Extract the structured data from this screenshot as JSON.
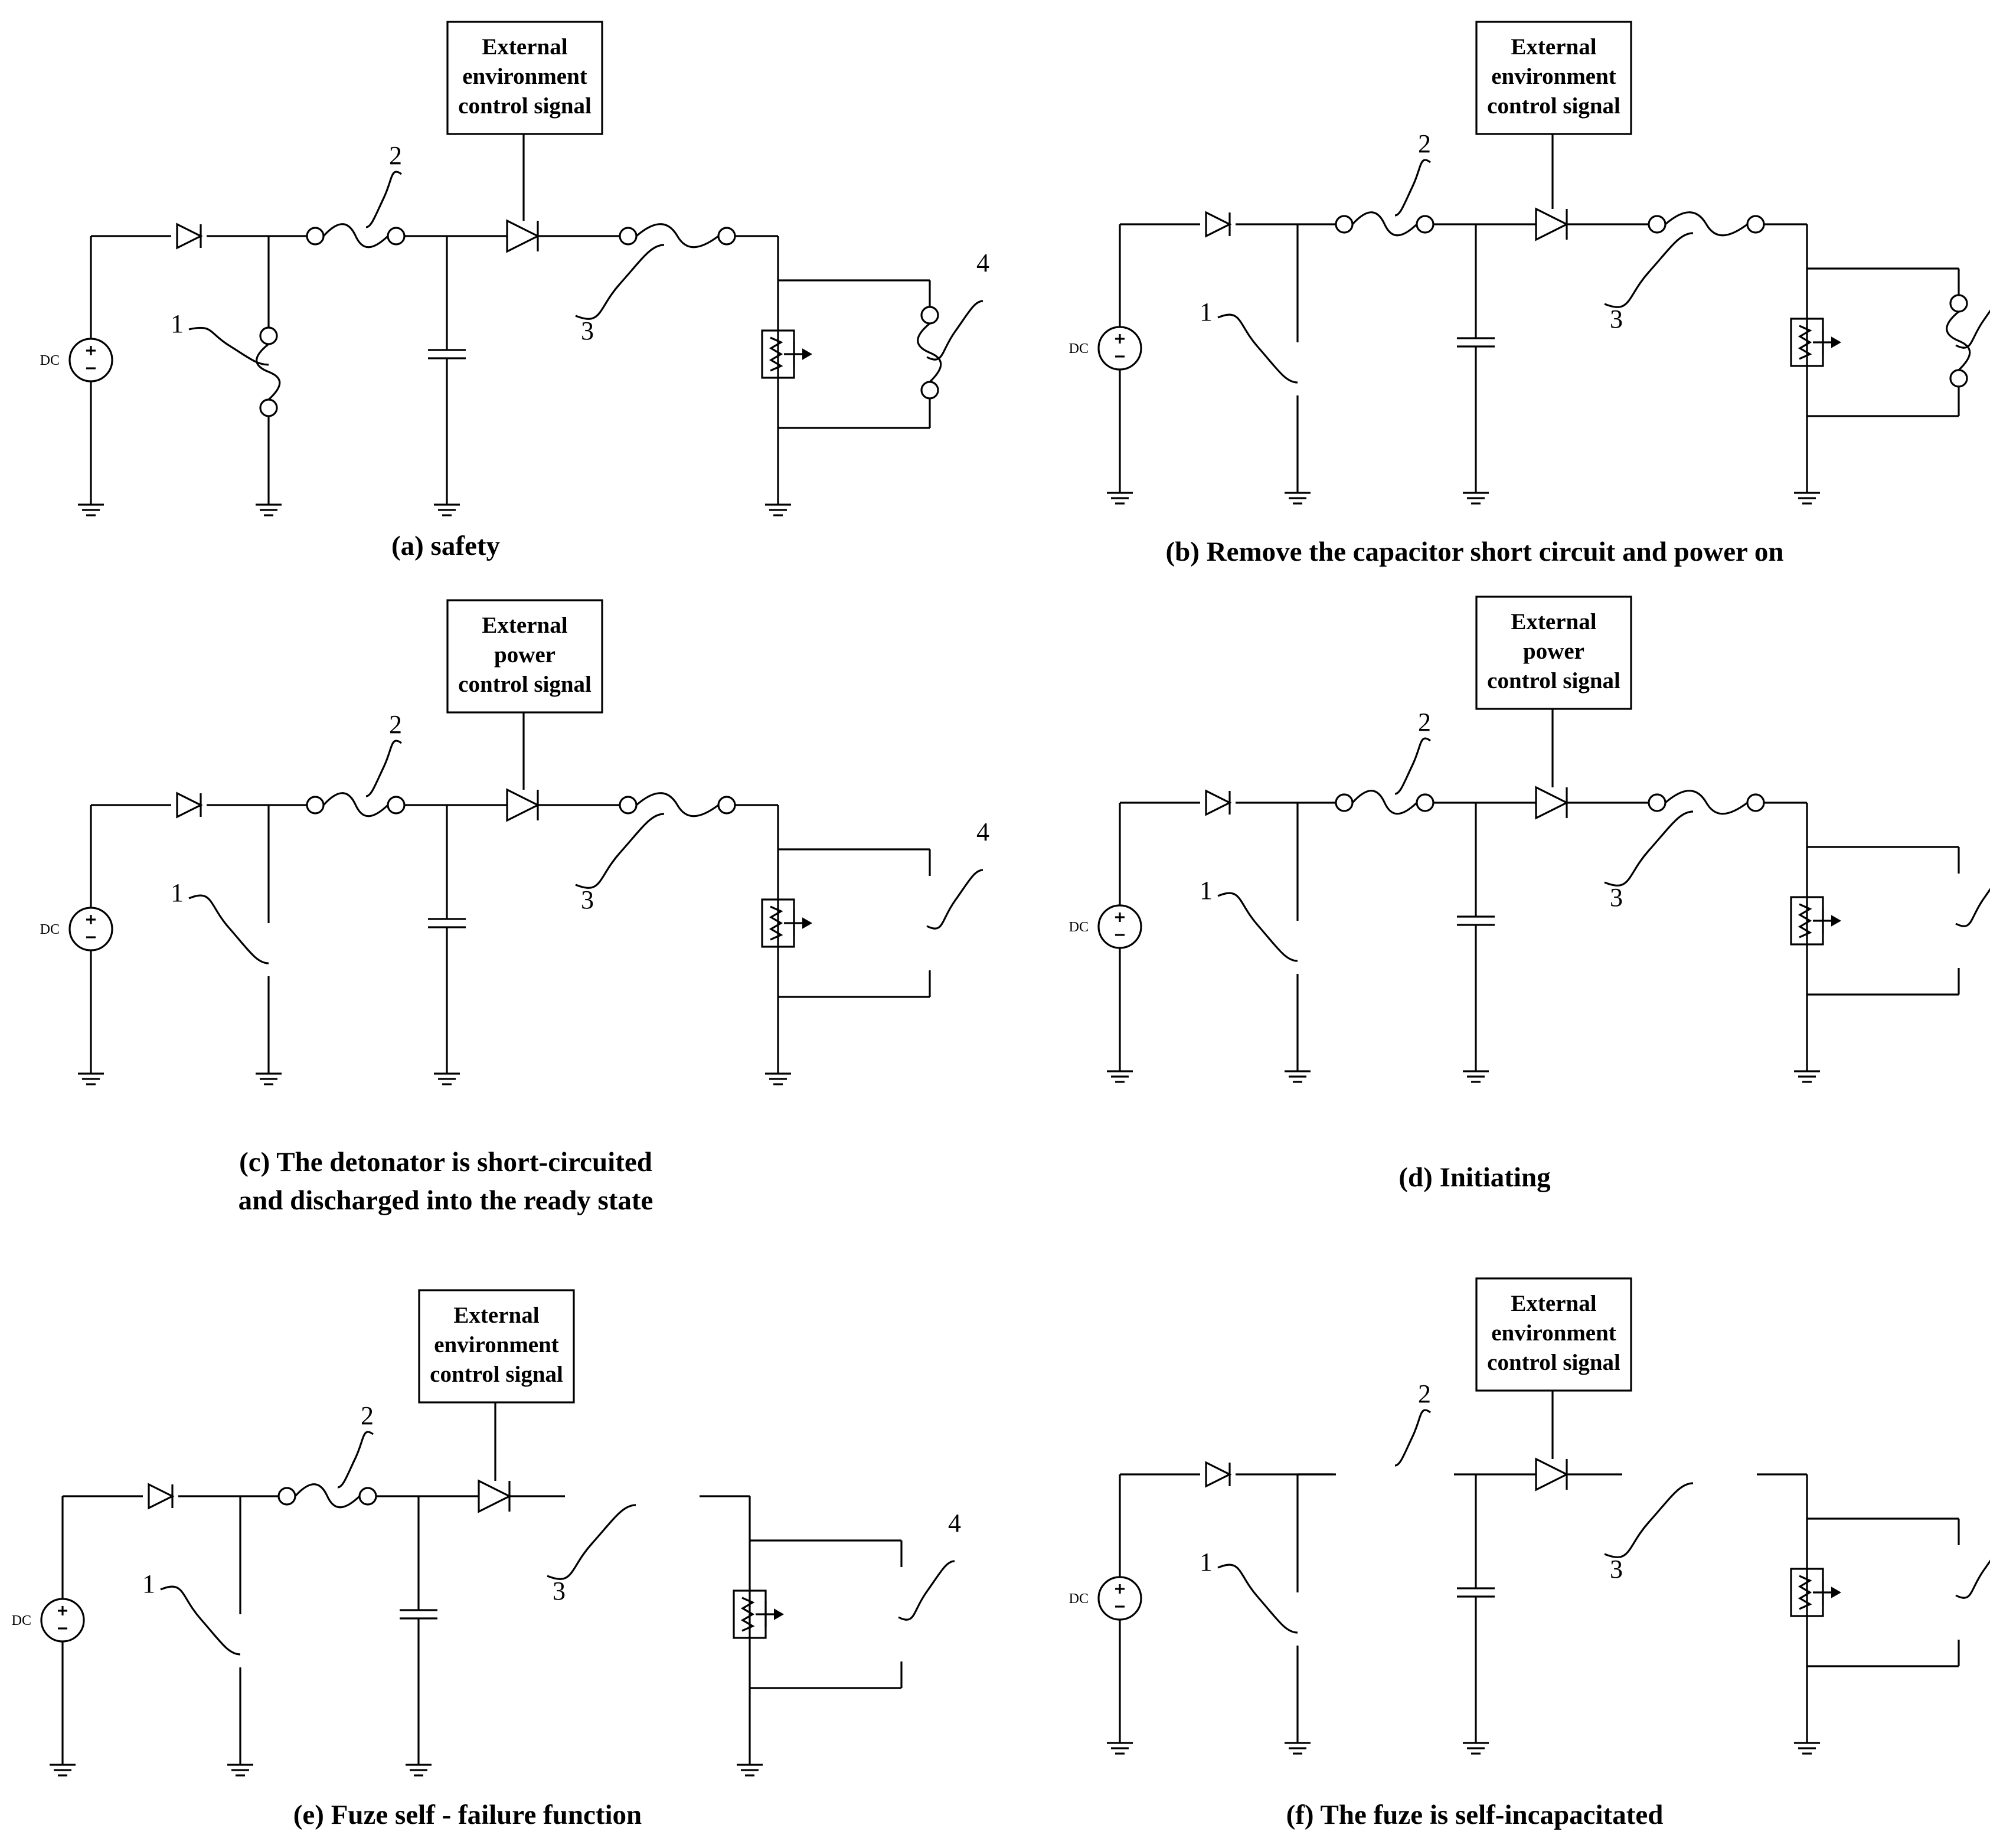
{
  "labels": {
    "dc": "DC",
    "n1": "1",
    "n2": "2",
    "n3": "3",
    "n4": "4"
  },
  "panels": [
    {
      "id": "a",
      "box_lines": [
        "External",
        "environment",
        "control signal"
      ],
      "caption_lines": [
        "(a) safety"
      ],
      "state": {
        "switch1": "closed",
        "fuse2": "intact",
        "fuse3": "intact",
        "switch4": "closed",
        "explosion": false
      }
    },
    {
      "id": "b",
      "box_lines": [
        "External",
        "environment",
        "control signal"
      ],
      "caption_lines": [
        "(b) Remove the capacitor short circuit and power on"
      ],
      "state": {
        "switch1": "open",
        "fuse2": "intact",
        "fuse3": "intact",
        "switch4": "closed",
        "explosion": false
      }
    },
    {
      "id": "c",
      "box_lines": [
        "External",
        "power",
        "control signal"
      ],
      "caption_lines": [
        "(c) The detonator is short-circuited",
        "and discharged into the ready state"
      ],
      "state": {
        "switch1": "open",
        "fuse2": "intact",
        "fuse3": "intact",
        "switch4": "open",
        "explosion": false
      }
    },
    {
      "id": "d",
      "box_lines": [
        "External",
        "power",
        "control signal"
      ],
      "caption_lines": [
        "(d) Initiating"
      ],
      "state": {
        "switch1": "open",
        "fuse2": "intact",
        "fuse3": "intact",
        "switch4": "open",
        "explosion": true
      }
    },
    {
      "id": "e",
      "box_lines": [
        "External",
        "environment",
        "control signal"
      ],
      "caption_lines": [
        "(e) Fuze self - failure function"
      ],
      "state": {
        "switch1": "open",
        "fuse2": "intact",
        "fuse3": "blown",
        "switch4": "open",
        "explosion": false
      }
    },
    {
      "id": "f",
      "box_lines": [
        "External",
        "environment",
        "control signal"
      ],
      "caption_lines": [
        "(f) The fuze is self-incapacitated"
      ],
      "state": {
        "switch1": "open",
        "fuse2": "blown",
        "fuse3": "blown",
        "switch4": "open",
        "explosion": false
      }
    }
  ]
}
